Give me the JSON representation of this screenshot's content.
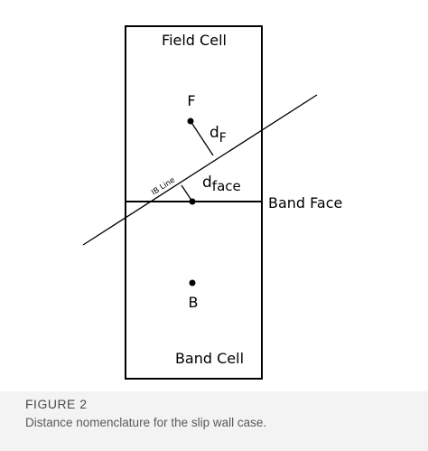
{
  "diagram": {
    "labels": {
      "field_cell": "Field Cell",
      "band_cell": "Band Cell",
      "band_face": "Band Face",
      "point_f": "F",
      "point_b": "B",
      "d_f_base": "d",
      "d_f_sub": "F",
      "d_face_base": "d",
      "d_face_sub": "face",
      "ib_line": "IB Line"
    },
    "colors": {
      "stroke": "#000000",
      "background": "#ffffff"
    }
  },
  "caption": {
    "figure_label": "FIGURE 2",
    "text": "Distance nomenclature for the slip wall case."
  }
}
